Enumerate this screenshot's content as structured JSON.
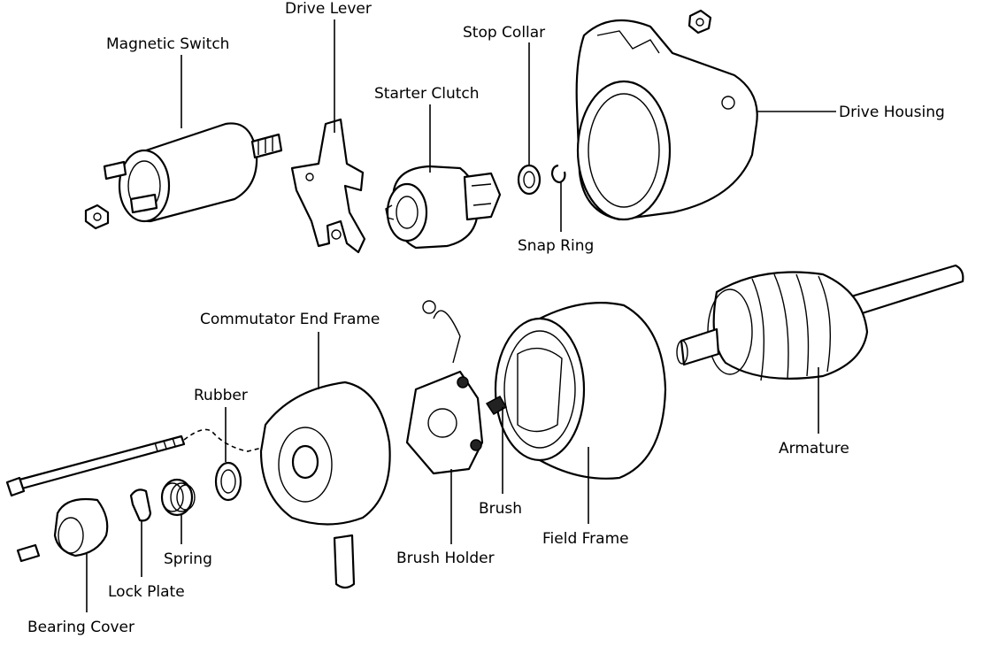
{
  "labels": {
    "drive_lever": "Drive Lever",
    "magnetic_switch": "Magnetic Switch",
    "stop_collar": "Stop Collar",
    "starter_clutch": "Starter Clutch",
    "drive_housing": "Drive Housing",
    "snap_ring": "Snap Ring",
    "commutator_end_frame": "Commutator End Frame",
    "rubber": "Rubber",
    "armature": "Armature",
    "brush": "Brush",
    "field_frame": "Field Frame",
    "brush_holder": "Brush Holder",
    "spring": "Spring",
    "lock_plate": "Lock Plate",
    "bearing_cover": "Bearing Cover"
  }
}
